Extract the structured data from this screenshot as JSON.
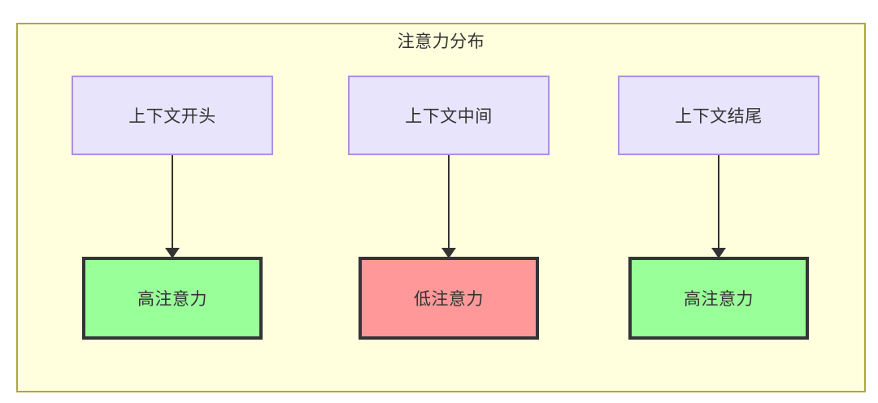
{
  "diagram": {
    "title": "注意力分布",
    "container": {
      "fill": "#ffffdd",
      "stroke": "#aaaa33"
    },
    "context_nodes": [
      {
        "id": "ctx-start",
        "label": "上下文开头",
        "fill": "#e7e4fb",
        "stroke": "#b08ee0"
      },
      {
        "id": "ctx-middle",
        "label": "上下文中间",
        "fill": "#e7e4fb",
        "stroke": "#b08ee0"
      },
      {
        "id": "ctx-end",
        "label": "上下文结尾",
        "fill": "#e7e4fb",
        "stroke": "#b08ee0"
      }
    ],
    "attention_nodes": [
      {
        "id": "attn-high-start",
        "label": "高注意力",
        "fill": "#99ff99",
        "stroke": "#333338"
      },
      {
        "id": "attn-low-middle",
        "label": "低注意力",
        "fill": "#ff9999",
        "stroke": "#333338"
      },
      {
        "id": "attn-high-end",
        "label": "高注意力",
        "fill": "#99ff99",
        "stroke": "#333338"
      }
    ],
    "edges": [
      {
        "from": "ctx-start",
        "to": "attn-high-start"
      },
      {
        "from": "ctx-middle",
        "to": "attn-low-middle"
      },
      {
        "from": "ctx-end",
        "to": "attn-high-end"
      }
    ]
  }
}
